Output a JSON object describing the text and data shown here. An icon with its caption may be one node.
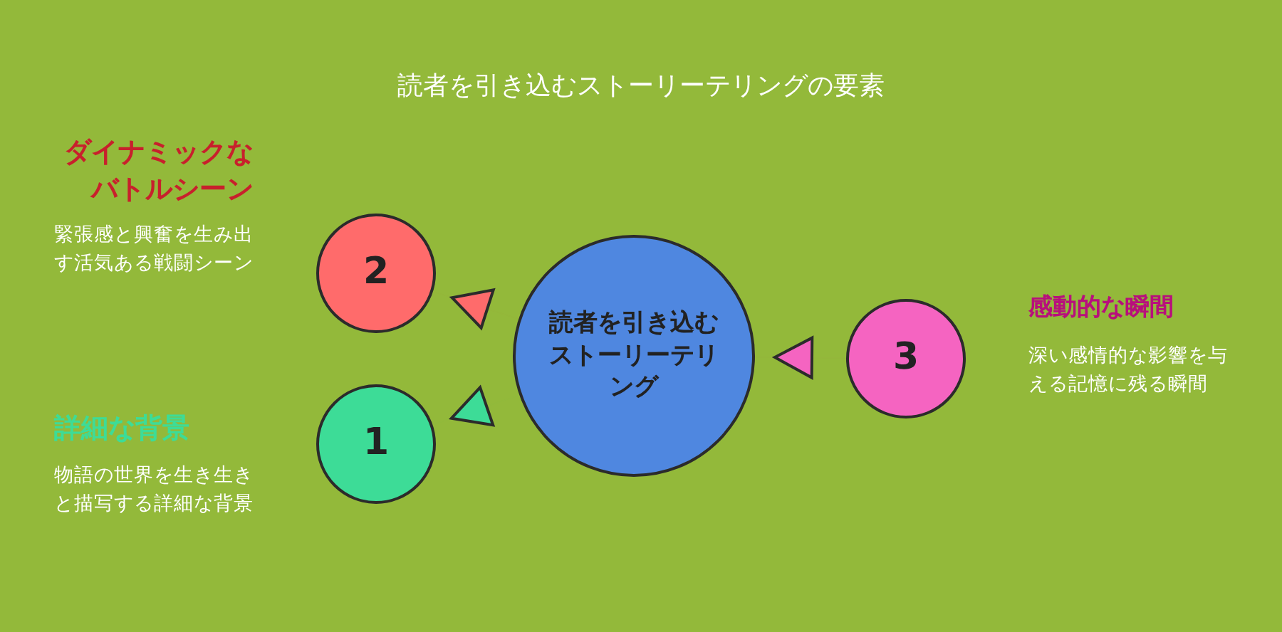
{
  "diagram": {
    "title": "読者を引き込むストーリーテリングの要素",
    "nodes": [
      {
        "text": [
          "2"
        ],
        "beside": [
          "ダイナミックなバトルシーン",
          "緊張感と興奮を生み出す活気ある戦闘シーン"
        ]
      },
      {
        "text": [
          "読者を引き込むストーリーテリング"
        ]
      },
      {
        "text": [
          "1"
        ],
        "beside": [
          "詳細な背景",
          "物語の世界を生き生きと描写する詳細な背景"
        ]
      },
      {
        "text": [
          "3"
        ],
        "beside": [
          "感動的な瞬間",
          "深い感情的な影響を与える記憶に残る瞬間"
        ]
      }
    ],
    "edges": [
      {
        "from": 1,
        "to": 0,
        "arrow": "to",
        "color": "#ff6b6b"
      },
      {
        "from": 1,
        "to": 2,
        "arrow": "to",
        "color": "#3ddc97"
      },
      {
        "from": 3,
        "to": 1,
        "arrow": "to",
        "color": "#f564c1"
      }
    ]
  }
}
